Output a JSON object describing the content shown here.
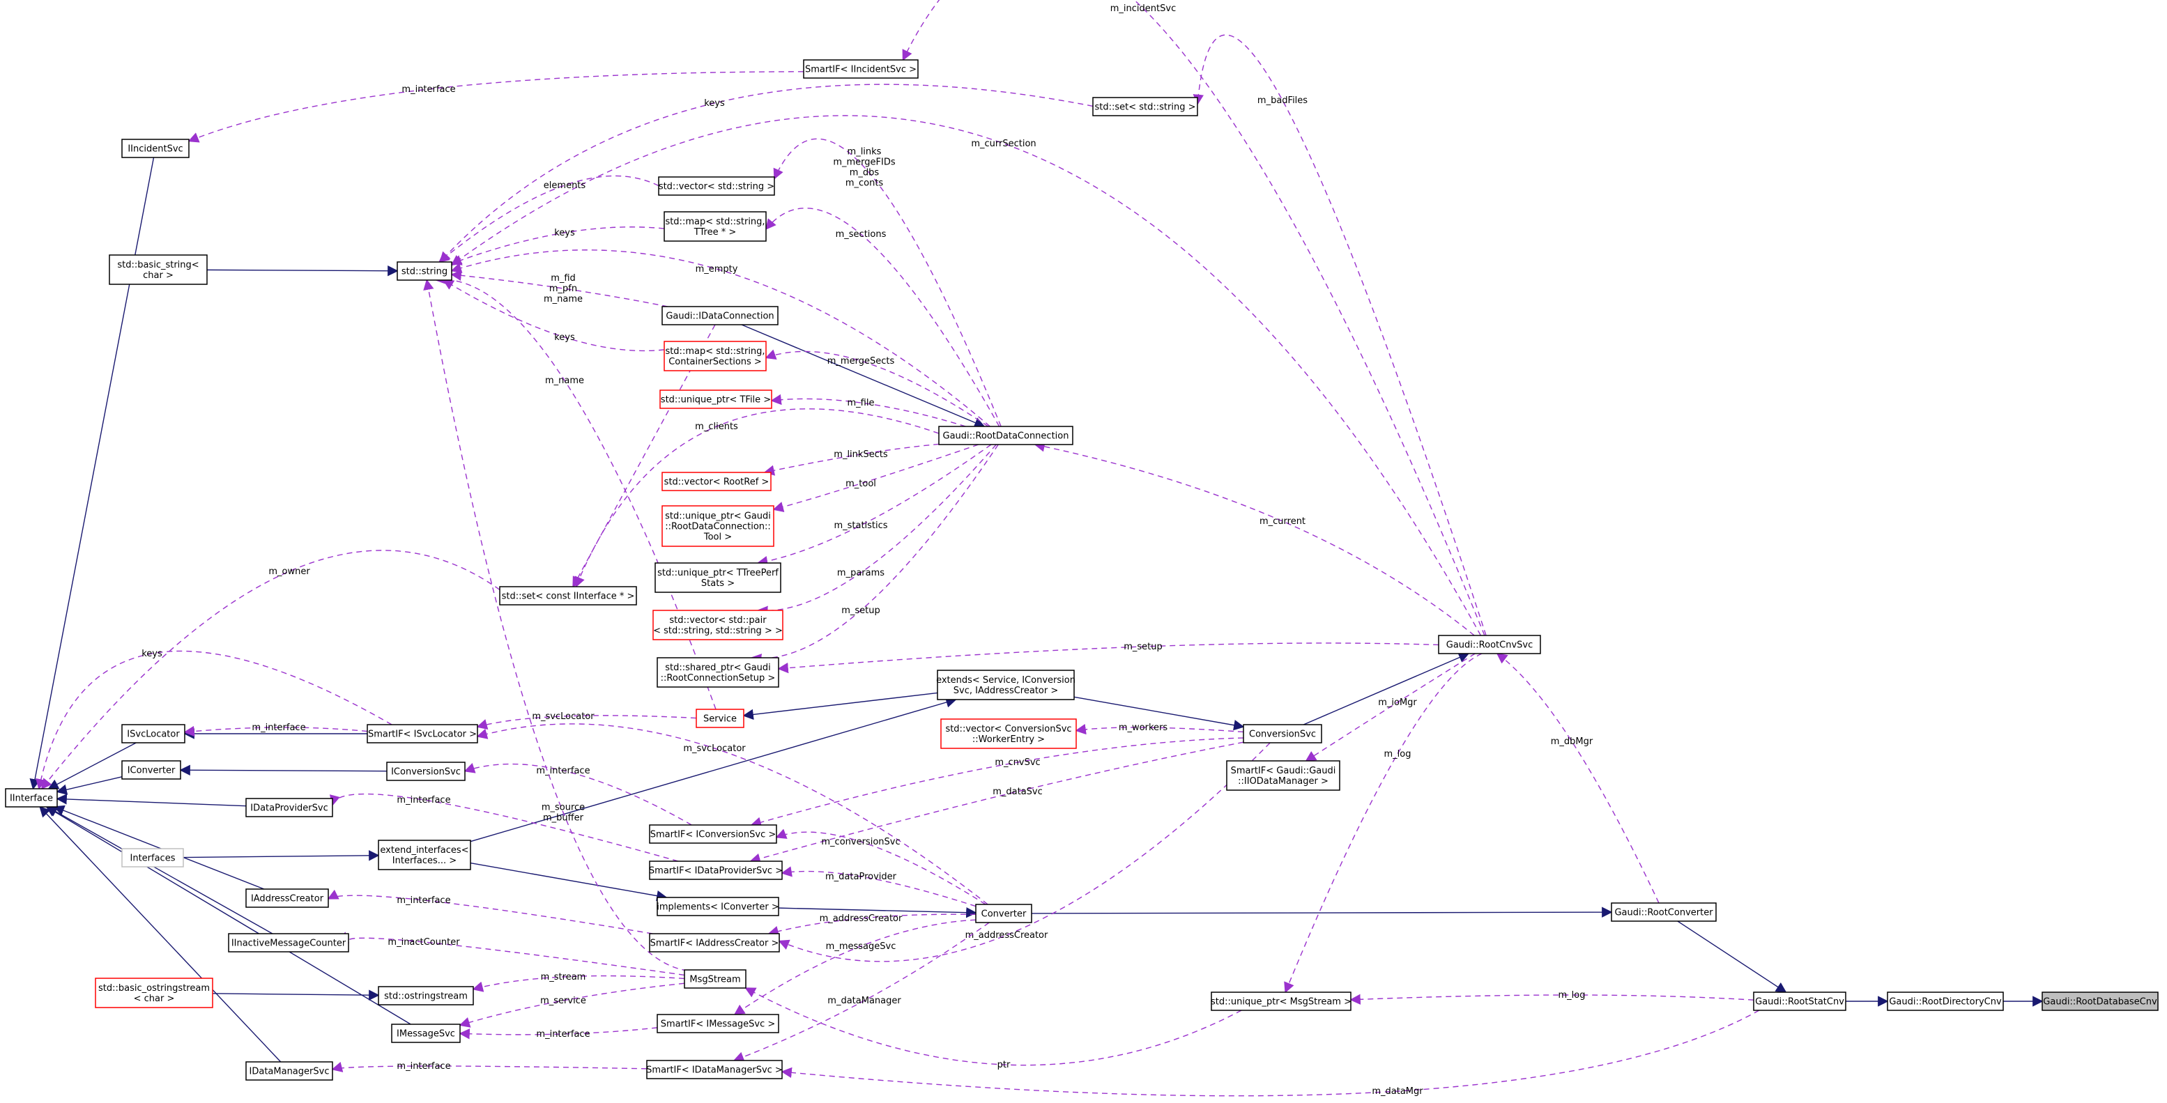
{
  "nodes": [
    {
      "id": "IInterface",
      "label": "IInterface"
    },
    {
      "id": "IIncidentSvc",
      "label": "IIncidentSvc"
    },
    {
      "id": "basic_string",
      "label": "std::basic_string<\nchar >"
    },
    {
      "id": "ISvcLocator",
      "label": "ISvcLocator"
    },
    {
      "id": "IConverter",
      "label": "IConverter"
    },
    {
      "id": "Interfaces",
      "label": "Interfaces"
    },
    {
      "id": "IAddressCreator",
      "label": "IAddressCreator"
    },
    {
      "id": "IInactiveMessageCounter",
      "label": "IInactiveMessageCounter"
    },
    {
      "id": "basic_ostringstream",
      "label": "std::basic_ostringstream\n< char >"
    },
    {
      "id": "IDataProviderSvc",
      "label": "IDataProviderSvc"
    },
    {
      "id": "IMessageSvc",
      "label": "IMessageSvc"
    },
    {
      "id": "IDataManagerSvc",
      "label": "IDataManagerSvc"
    },
    {
      "id": "IConversionSvc",
      "label": "IConversionSvc"
    },
    {
      "id": "SmartIF_ISvcLocator",
      "label": "SmartIF< ISvcLocator >"
    },
    {
      "id": "extend_interfaces",
      "label": "extend_interfaces<\nInterfaces... >"
    },
    {
      "id": "std_ostringstream",
      "label": "std::ostringstream"
    },
    {
      "id": "std_string",
      "label": "std::string"
    },
    {
      "id": "set_const_IInterface",
      "label": "std::set< const IInterface * >"
    },
    {
      "id": "SmartIF_IIncidentSvc",
      "label": "SmartIF< IIncidentSvc >"
    },
    {
      "id": "vector_string",
      "label": "std::vector< std::string >"
    },
    {
      "id": "map_TTree",
      "label": "std::map< std::string,\nTTree * >"
    },
    {
      "id": "IDataConnection",
      "label": "Gaudi::IDataConnection"
    },
    {
      "id": "map_ContainerSections",
      "label": "std::map< std::string,\nContainerSections >"
    },
    {
      "id": "unique_ptr_TFile",
      "label": "std::unique_ptr< TFile >"
    },
    {
      "id": "vector_RootRef",
      "label": "std::vector< RootRef >"
    },
    {
      "id": "unique_ptr_Tool",
      "label": "std::unique_ptr< Gaudi\n::RootDataConnection::\nTool >"
    },
    {
      "id": "unique_ptr_TTreePerfStats",
      "label": "std::unique_ptr< TTreePerf\nStats >"
    },
    {
      "id": "vector_pair",
      "label": "std::vector< std::pair\n< std::string, std::string > >"
    },
    {
      "id": "shared_ptr_RootConnectionSetup",
      "label": "std::shared_ptr< Gaudi\n::RootConnectionSetup >"
    },
    {
      "id": "Service",
      "label": "Service"
    },
    {
      "id": "SmartIF_IConversionSvc",
      "label": "SmartIF< IConversionSvc >"
    },
    {
      "id": "SmartIF_IDataProviderSvc",
      "label": "SmartIF< IDataProviderSvc >"
    },
    {
      "id": "implements_IConverter",
      "label": "implements< IConverter >"
    },
    {
      "id": "SmartIF_IAddressCreator",
      "label": "SmartIF< IAddressCreator >"
    },
    {
      "id": "MsgStream",
      "label": "MsgStream"
    },
    {
      "id": "SmartIF_IMessageSvc",
      "label": "SmartIF< IMessageSvc >"
    },
    {
      "id": "SmartIF_IDataManagerSvc",
      "label": "SmartIF< IDataManagerSvc >"
    },
    {
      "id": "RootDataConnection",
      "label": "Gaudi::RootDataConnection"
    },
    {
      "id": "extends_Service",
      "label": "extends< Service, IConversion\nSvc, IAddressCreator >"
    },
    {
      "id": "vector_WorkerEntry",
      "label": "std::vector< ConversionSvc\n::WorkerEntry >"
    },
    {
      "id": "Converter",
      "label": "Converter"
    },
    {
      "id": "set_string",
      "label": "std::set< std::string >"
    },
    {
      "id": "ConversionSvc",
      "label": "ConversionSvc"
    },
    {
      "id": "SmartIF_IIODataManager",
      "label": "SmartIF< Gaudi::Gaudi\n::IIODataManager >"
    },
    {
      "id": "unique_ptr_MsgStream",
      "label": "std::unique_ptr< MsgStream >"
    },
    {
      "id": "RootCnvSvc",
      "label": "Gaudi::RootCnvSvc"
    },
    {
      "id": "RootConverter",
      "label": "Gaudi::RootConverter"
    },
    {
      "id": "RootStatCnv",
      "label": "Gaudi::RootStatCnv"
    },
    {
      "id": "RootDirectoryCnv",
      "label": "Gaudi::RootDirectoryCnv"
    },
    {
      "id": "RootDatabaseCnv",
      "label": "Gaudi::RootDatabaseCnv"
    }
  ],
  "edge_labels": {
    "m_incidentSvc": "m_incidentSvc",
    "m_interface_incident": "m_interface",
    "keys_set": "keys",
    "m_badFiles": "m_badFiles",
    "m_currSection": "m_currSection",
    "elements": "elements",
    "m_links": "m_links\nm_mergeFIDs\nm_dbs\nm_conts",
    "keys_map": "keys",
    "m_sections": "m_sections",
    "m_empty": "m_empty",
    "m_fid": "m_fid\nm_pfn\nm_name",
    "keys_cont": "keys",
    "m_mergeSects": "m_mergeSects",
    "m_name": "m_name",
    "m_file": "m_file",
    "m_clients": "m_clients",
    "m_linkSects": "m_linkSects",
    "m_tool": "m_tool",
    "m_current": "m_current",
    "m_statistics": "m_statistics",
    "m_owner": "m_owner",
    "m_params": "m_params",
    "m_setup_vec": "m_setup",
    "keys_left": "keys",
    "m_setup": "m_setup",
    "m_ioMgr": "m_ioMgr",
    "m_svcLocator": "m_svcLocator",
    "m_interface_svc": "m_interface",
    "m_workers": "m_workers",
    "m_svcLocator2": "m_svcLocator",
    "m_dbMgr": "m_dbMgr",
    "m_interface_conv": "m_interface",
    "m_cnvSvc": "m_cnvSvc",
    "m_log": "m_log",
    "m_dataSvc": "m_dataSvc",
    "m_interface_dp": "m_interface",
    "m_source": "m_source\nm_buffer",
    "m_conversionSvc": "m_conversionSvc",
    "m_dataProvider": "m_dataProvider",
    "m_interface_ac": "m_interface",
    "m_addressCreator": "m_addressCreator",
    "m_addressCreator2": "m_addressCreator",
    "m_inactCounter": "m_inactCounter",
    "m_messageSvc": "m_messageSvc",
    "m_stream": "m_stream",
    "m_log2": "m_log",
    "m_service": "m_service",
    "m_dataManager": "m_dataManager",
    "m_interface_ms": "m_interface",
    "ptr": "ptr",
    "m_interface_dm": "m_interface",
    "m_dataMgr": "m_dataMgr"
  }
}
